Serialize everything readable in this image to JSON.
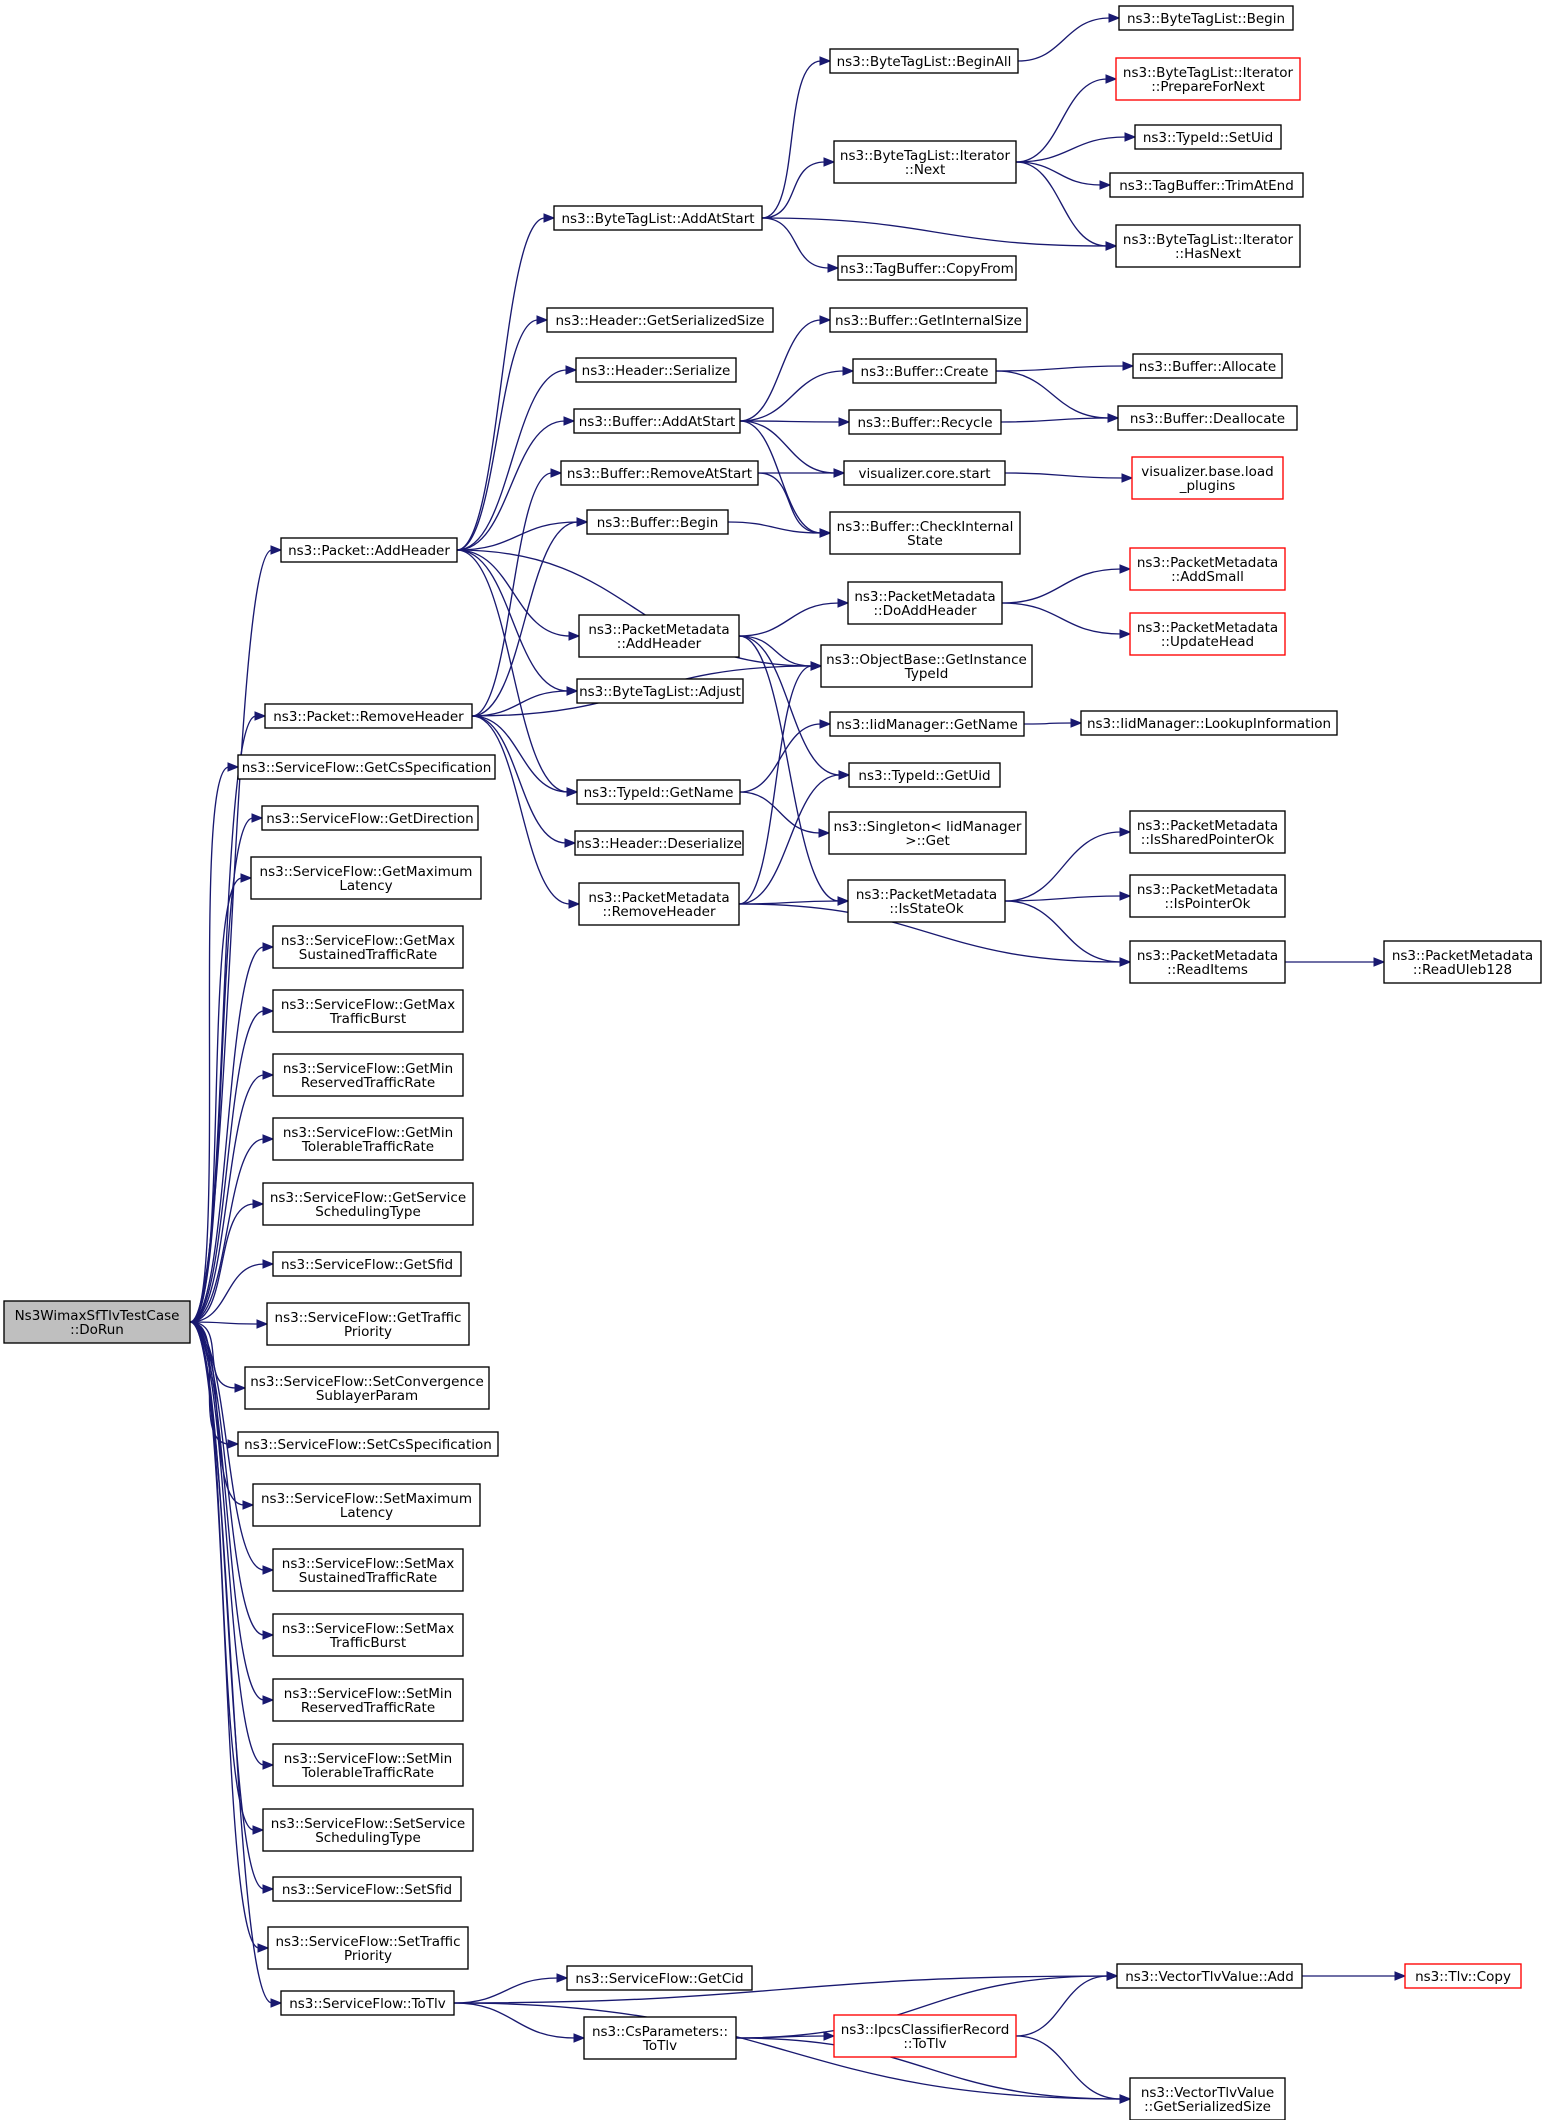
{
  "nodes": {
    "root": {
      "lines": [
        "Ns3WimaxSfTlvTestCase",
        "::DoRun"
      ],
      "style": "root"
    },
    "addHeader": {
      "lines": [
        "ns3::Packet::AddHeader"
      ]
    },
    "removeHeader": {
      "lines": [
        "ns3::Packet::RemoveHeader"
      ]
    },
    "getCsSpec": {
      "lines": [
        "ns3::ServiceFlow::GetCsSpecification"
      ]
    },
    "getDirection": {
      "lines": [
        "ns3::ServiceFlow::GetDirection"
      ]
    },
    "getMaxLatency": {
      "lines": [
        "ns3::ServiceFlow::GetMaximum",
        "Latency"
      ]
    },
    "getMaxSustained": {
      "lines": [
        "ns3::ServiceFlow::GetMax",
        "SustainedTrafficRate"
      ]
    },
    "getMaxBurst": {
      "lines": [
        "ns3::ServiceFlow::GetMax",
        "TrafficBurst"
      ]
    },
    "getMinReserved": {
      "lines": [
        "ns3::ServiceFlow::GetMin",
        "ReservedTrafficRate"
      ]
    },
    "getMinTolerable": {
      "lines": [
        "ns3::ServiceFlow::GetMin",
        "TolerableTrafficRate"
      ]
    },
    "getServiceSched": {
      "lines": [
        "ns3::ServiceFlow::GetService",
        "SchedulingType"
      ]
    },
    "getSfid": {
      "lines": [
        "ns3::ServiceFlow::GetSfid"
      ]
    },
    "getTrafficPrio": {
      "lines": [
        "ns3::ServiceFlow::GetTraffic",
        "Priority"
      ]
    },
    "setConvergence": {
      "lines": [
        "ns3::ServiceFlow::SetConvergence",
        "SublayerParam"
      ]
    },
    "setCsSpec": {
      "lines": [
        "ns3::ServiceFlow::SetCsSpecification"
      ]
    },
    "setMaxLatency": {
      "lines": [
        "ns3::ServiceFlow::SetMaximum",
        "Latency"
      ]
    },
    "setMaxSustained": {
      "lines": [
        "ns3::ServiceFlow::SetMax",
        "SustainedTrafficRate"
      ]
    },
    "setMaxBurst": {
      "lines": [
        "ns3::ServiceFlow::SetMax",
        "TrafficBurst"
      ]
    },
    "setMinReserved": {
      "lines": [
        "ns3::ServiceFlow::SetMin",
        "ReservedTrafficRate"
      ]
    },
    "setMinTolerable": {
      "lines": [
        "ns3::ServiceFlow::SetMin",
        "TolerableTrafficRate"
      ]
    },
    "setServiceSched": {
      "lines": [
        "ns3::ServiceFlow::SetService",
        "SchedulingType"
      ]
    },
    "setSfid": {
      "lines": [
        "ns3::ServiceFlow::SetSfid"
      ]
    },
    "setTrafficPrio": {
      "lines": [
        "ns3::ServiceFlow::SetTraffic",
        "Priority"
      ]
    },
    "sfToTlv": {
      "lines": [
        "ns3::ServiceFlow::ToTlv"
      ]
    },
    "btlAddAtStart": {
      "lines": [
        "ns3::ByteTagList::AddAtStart"
      ]
    },
    "hdrGetSerSize": {
      "lines": [
        "ns3::Header::GetSerializedSize"
      ]
    },
    "hdrSerialize": {
      "lines": [
        "ns3::Header::Serialize"
      ]
    },
    "bufAddAtStart": {
      "lines": [
        "ns3::Buffer::AddAtStart"
      ]
    },
    "bufRemoveAtStart": {
      "lines": [
        "ns3::Buffer::RemoveAtStart"
      ]
    },
    "bufBegin": {
      "lines": [
        "ns3::Buffer::Begin"
      ]
    },
    "pmAddHeader": {
      "lines": [
        "ns3::PacketMetadata",
        "::AddHeader"
      ]
    },
    "btlAdjust": {
      "lines": [
        "ns3::ByteTagList::Adjust"
      ]
    },
    "typeIdGetName": {
      "lines": [
        "ns3::TypeId::GetName"
      ]
    },
    "hdrDeserialize": {
      "lines": [
        "ns3::Header::Deserialize"
      ]
    },
    "pmRemoveHeader": {
      "lines": [
        "ns3::PacketMetadata",
        "::RemoveHeader"
      ]
    },
    "sfGetCid": {
      "lines": [
        "ns3::ServiceFlow::GetCid"
      ]
    },
    "csParamsToTlv": {
      "lines": [
        "ns3::CsParameters::",
        "ToTlv"
      ]
    },
    "btlBeginAll": {
      "lines": [
        "ns3::ByteTagList::BeginAll"
      ]
    },
    "btlIterNext": {
      "lines": [
        "ns3::ByteTagList::Iterator",
        "::Next"
      ]
    },
    "tagBufCopyFrom": {
      "lines": [
        "ns3::TagBuffer::CopyFrom"
      ]
    },
    "bufGetInternalSize": {
      "lines": [
        "ns3::Buffer::GetInternalSize"
      ]
    },
    "bufCreate": {
      "lines": [
        "ns3::Buffer::Create"
      ]
    },
    "bufRecycle": {
      "lines": [
        "ns3::Buffer::Recycle"
      ]
    },
    "vizCoreStart": {
      "lines": [
        "visualizer.core.start"
      ]
    },
    "bufCheckInternal": {
      "lines": [
        "ns3::Buffer::CheckInternal",
        "State"
      ]
    },
    "pmDoAddHeader": {
      "lines": [
        "ns3::PacketMetadata",
        "::DoAddHeader"
      ]
    },
    "objGetInstTypeId": {
      "lines": [
        "ns3::ObjectBase::GetInstance",
        "TypeId"
      ]
    },
    "iidGetName": {
      "lines": [
        "ns3::IidManager::GetName"
      ]
    },
    "typeIdGetUid": {
      "lines": [
        "ns3::TypeId::GetUid"
      ]
    },
    "singletonGet": {
      "lines": [
        "ns3::Singleton< IidManager",
        ">::Get"
      ]
    },
    "pmIsStateOk": {
      "lines": [
        "ns3::PacketMetadata",
        "::IsStateOk"
      ]
    },
    "ipcsToTlv": {
      "lines": [
        "ns3::IpcsClassifierRecord",
        "::ToTlv"
      ],
      "style": "red"
    },
    "btlBegin": {
      "lines": [
        "ns3::ByteTagList::Begin"
      ]
    },
    "btlIterPrepare": {
      "lines": [
        "ns3::ByteTagList::Iterator",
        "::PrepareForNext"
      ],
      "style": "red"
    },
    "typeIdSetUid": {
      "lines": [
        "ns3::TypeId::SetUid"
      ]
    },
    "tagBufTrim": {
      "lines": [
        "ns3::TagBuffer::TrimAtEnd"
      ]
    },
    "btlIterHasNext": {
      "lines": [
        "ns3::ByteTagList::Iterator",
        "::HasNext"
      ]
    },
    "bufAllocate": {
      "lines": [
        "ns3::Buffer::Allocate"
      ]
    },
    "bufDeallocate": {
      "lines": [
        "ns3::Buffer::Deallocate"
      ]
    },
    "vizLoadPlugins": {
      "lines": [
        "visualizer.base.load",
        "_plugins"
      ],
      "style": "red"
    },
    "pmAddSmall": {
      "lines": [
        "ns3::PacketMetadata",
        "::AddSmall"
      ],
      "style": "red"
    },
    "pmUpdateHead": {
      "lines": [
        "ns3::PacketMetadata",
        "::UpdateHead"
      ],
      "style": "red"
    },
    "iidLookup": {
      "lines": [
        "ns3::IidManager::LookupInformation"
      ]
    },
    "pmIsSharedPtrOk": {
      "lines": [
        "ns3::PacketMetadata",
        "::IsSharedPointerOk"
      ]
    },
    "pmIsPointerOk": {
      "lines": [
        "ns3::PacketMetadata",
        "::IsPointerOk"
      ]
    },
    "pmReadItems": {
      "lines": [
        "ns3::PacketMetadata",
        "::ReadItems"
      ]
    },
    "vecTlvAdd": {
      "lines": [
        "ns3::VectorTlvValue::Add"
      ]
    },
    "vecTlvGetSer": {
      "lines": [
        "ns3::VectorTlvValue",
        "::GetSerializedSize"
      ]
    },
    "pmReadUleb": {
      "lines": [
        "ns3::PacketMetadata",
        "::ReadUleb128"
      ]
    },
    "tlvCopy": {
      "lines": [
        "ns3::Tlv::Copy"
      ],
      "style": "red"
    }
  },
  "edges": [
    [
      "root",
      "addHeader"
    ],
    [
      "root",
      "removeHeader"
    ],
    [
      "root",
      "getCsSpec"
    ],
    [
      "root",
      "getDirection"
    ],
    [
      "root",
      "getMaxLatency"
    ],
    [
      "root",
      "getMaxSustained"
    ],
    [
      "root",
      "getMaxBurst"
    ],
    [
      "root",
      "getMinReserved"
    ],
    [
      "root",
      "getMinTolerable"
    ],
    [
      "root",
      "getServiceSched"
    ],
    [
      "root",
      "getSfid"
    ],
    [
      "root",
      "getTrafficPrio"
    ],
    [
      "root",
      "setConvergence"
    ],
    [
      "root",
      "setCsSpec"
    ],
    [
      "root",
      "setMaxLatency"
    ],
    [
      "root",
      "setMaxSustained"
    ],
    [
      "root",
      "setMaxBurst"
    ],
    [
      "root",
      "setMinReserved"
    ],
    [
      "root",
      "setMinTolerable"
    ],
    [
      "root",
      "setServiceSched"
    ],
    [
      "root",
      "setSfid"
    ],
    [
      "root",
      "setTrafficPrio"
    ],
    [
      "root",
      "sfToTlv"
    ],
    [
      "addHeader",
      "btlAddAtStart"
    ],
    [
      "addHeader",
      "hdrGetSerSize"
    ],
    [
      "addHeader",
      "hdrSerialize"
    ],
    [
      "addHeader",
      "bufAddAtStart"
    ],
    [
      "addHeader",
      "bufBegin"
    ],
    [
      "addHeader",
      "pmAddHeader"
    ],
    [
      "addHeader",
      "btlAdjust"
    ],
    [
      "addHeader",
      "typeIdGetName"
    ],
    [
      "addHeader",
      "objGetInstTypeId"
    ],
    [
      "removeHeader",
      "bufRemoveAtStart"
    ],
    [
      "removeHeader",
      "bufBegin"
    ],
    [
      "removeHeader",
      "btlAdjust"
    ],
    [
      "removeHeader",
      "typeIdGetName"
    ],
    [
      "removeHeader",
      "hdrDeserialize"
    ],
    [
      "removeHeader",
      "pmRemoveHeader"
    ],
    [
      "removeHeader",
      "objGetInstTypeId"
    ],
    [
      "btlAddAtStart",
      "btlBeginAll"
    ],
    [
      "btlAddAtStart",
      "btlIterNext"
    ],
    [
      "btlAddAtStart",
      "tagBufCopyFrom"
    ],
    [
      "btlAddAtStart",
      "btlIterHasNext"
    ],
    [
      "btlBeginAll",
      "btlBegin"
    ],
    [
      "btlIterNext",
      "btlIterPrepare"
    ],
    [
      "btlIterNext",
      "typeIdSetUid"
    ],
    [
      "btlIterNext",
      "tagBufTrim"
    ],
    [
      "btlIterNext",
      "btlIterHasNext"
    ],
    [
      "bufAddAtStart",
      "bufGetInternalSize"
    ],
    [
      "bufAddAtStart",
      "bufCreate"
    ],
    [
      "bufAddAtStart",
      "bufRecycle"
    ],
    [
      "bufAddAtStart",
      "vizCoreStart"
    ],
    [
      "bufAddAtStart",
      "bufCheckInternal"
    ],
    [
      "bufCreate",
      "bufAllocate"
    ],
    [
      "bufCreate",
      "bufDeallocate"
    ],
    [
      "bufRecycle",
      "bufDeallocate"
    ],
    [
      "bufRemoveAtStart",
      "vizCoreStart"
    ],
    [
      "bufRemoveAtStart",
      "bufCheckInternal"
    ],
    [
      "bufBegin",
      "bufCheckInternal"
    ],
    [
      "vizCoreStart",
      "vizLoadPlugins"
    ],
    [
      "pmAddHeader",
      "pmDoAddHeader"
    ],
    [
      "pmAddHeader",
      "objGetInstTypeId"
    ],
    [
      "pmAddHeader",
      "typeIdGetUid"
    ],
    [
      "pmAddHeader",
      "pmIsStateOk"
    ],
    [
      "pmDoAddHeader",
      "pmAddSmall"
    ],
    [
      "pmDoAddHeader",
      "pmUpdateHead"
    ],
    [
      "typeIdGetName",
      "iidGetName"
    ],
    [
      "typeIdGetName",
      "singletonGet"
    ],
    [
      "iidGetName",
      "iidLookup"
    ],
    [
      "pmRemoveHeader",
      "objGetInstTypeId"
    ],
    [
      "pmRemoveHeader",
      "typeIdGetUid"
    ],
    [
      "pmRemoveHeader",
      "pmIsStateOk"
    ],
    [
      "pmRemoveHeader",
      "pmReadItems"
    ],
    [
      "pmIsStateOk",
      "pmIsSharedPtrOk"
    ],
    [
      "pmIsStateOk",
      "pmIsPointerOk"
    ],
    [
      "pmIsStateOk",
      "pmReadItems"
    ],
    [
      "pmReadItems",
      "pmReadUleb"
    ],
    [
      "sfToTlv",
      "vecTlvAdd"
    ],
    [
      "sfToTlv",
      "sfGetCid"
    ],
    [
      "sfToTlv",
      "csParamsToTlv"
    ],
    [
      "sfToTlv",
      "vecTlvGetSer"
    ],
    [
      "csParamsToTlv",
      "vecTlvAdd"
    ],
    [
      "csParamsToTlv",
      "ipcsToTlv"
    ],
    [
      "csParamsToTlv",
      "vecTlvGetSer"
    ],
    [
      "ipcsToTlv",
      "vecTlvAdd"
    ],
    [
      "ipcsToTlv",
      "vecTlvGetSer"
    ],
    [
      "vecTlvAdd",
      "tlvCopy"
    ]
  ]
}
